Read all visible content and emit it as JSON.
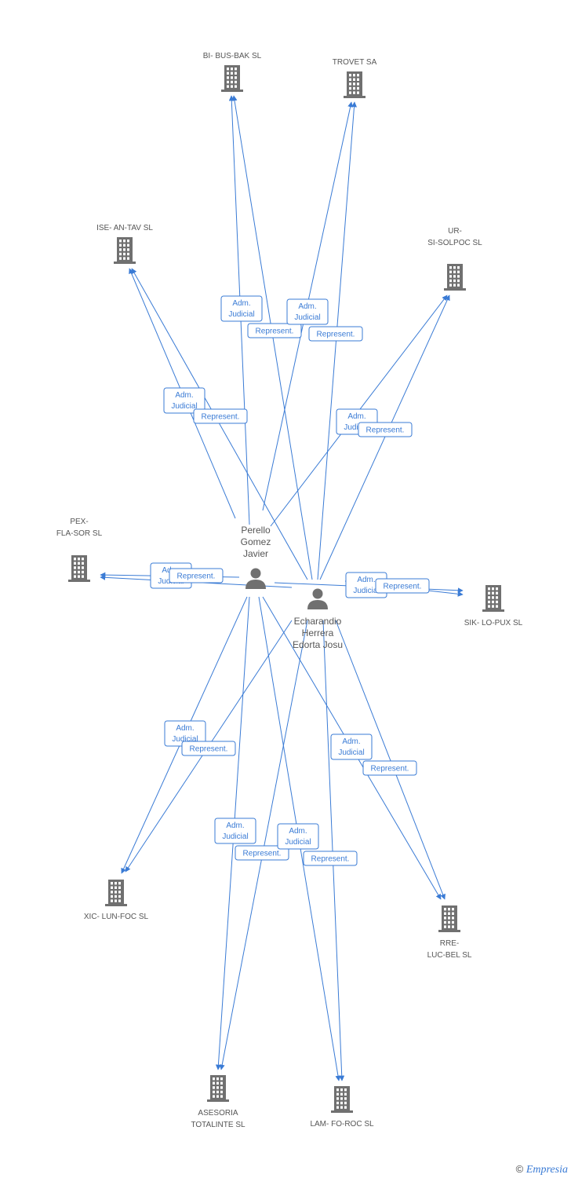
{
  "people": [
    {
      "id": "perello",
      "lines": [
        "Perello",
        "Gomez",
        "Javier"
      ]
    },
    {
      "id": "echarandio",
      "lines": [
        "Echarandio",
        "Herrera",
        "Edorta Josu"
      ]
    }
  ],
  "companies": [
    {
      "id": "bibusbak",
      "lines": [
        "BI- BUS-BAK SL"
      ]
    },
    {
      "id": "trovet",
      "lines": [
        "TROVET SA"
      ]
    },
    {
      "id": "iseantav",
      "lines": [
        "ISE- AN-TAV SL"
      ]
    },
    {
      "id": "ursisolpoc",
      "lines": [
        "UR-",
        "SI-SOLPOC SL"
      ]
    },
    {
      "id": "pexflasor",
      "lines": [
        "PEX-",
        "FLA-SOR SL"
      ]
    },
    {
      "id": "siklopux",
      "lines": [
        "SIK- LO-PUX SL"
      ]
    },
    {
      "id": "xiclunfoc",
      "lines": [
        "XIC- LUN-FOC SL"
      ]
    },
    {
      "id": "rrelucbel",
      "lines": [
        "RRE-",
        "LUC-BEL SL"
      ]
    },
    {
      "id": "asesoria",
      "lines": [
        "ASESORIA",
        "TOTALINTE SL"
      ]
    },
    {
      "id": "lamforoc",
      "lines": [
        "LAM- FO-ROC SL"
      ]
    }
  ],
  "edges": [
    {
      "from": "perello",
      "to": "bibusbak"
    },
    {
      "from": "echarandio",
      "to": "bibusbak"
    },
    {
      "from": "perello",
      "to": "trovet"
    },
    {
      "from": "echarandio",
      "to": "trovet"
    },
    {
      "from": "perello",
      "to": "iseantav"
    },
    {
      "from": "echarandio",
      "to": "iseantav"
    },
    {
      "from": "perello",
      "to": "ursisolpoc"
    },
    {
      "from": "echarandio",
      "to": "ursisolpoc"
    },
    {
      "from": "perello",
      "to": "pexflasor"
    },
    {
      "from": "echarandio",
      "to": "pexflasor"
    },
    {
      "from": "perello",
      "to": "siklopux"
    },
    {
      "from": "echarandio",
      "to": "siklopux"
    },
    {
      "from": "perello",
      "to": "xiclunfoc"
    },
    {
      "from": "echarandio",
      "to": "xiclunfoc"
    },
    {
      "from": "perello",
      "to": "rrelucbel"
    },
    {
      "from": "echarandio",
      "to": "rrelucbel"
    },
    {
      "from": "perello",
      "to": "asesoria"
    },
    {
      "from": "echarandio",
      "to": "asesoria"
    },
    {
      "from": "perello",
      "to": "lamforoc"
    },
    {
      "from": "echarandio",
      "to": "lamforoc"
    }
  ],
  "edge_labels": [
    {
      "lines": [
        "Adm.",
        "Judicial"
      ]
    },
    {
      "lines": [
        "Represent."
      ]
    },
    {
      "lines": [
        "Adm.",
        "Judicial"
      ]
    },
    {
      "lines": [
        "Represent."
      ]
    },
    {
      "lines": [
        "Adm.",
        "Judicial"
      ]
    },
    {
      "lines": [
        "Represent."
      ]
    },
    {
      "lines": [
        "Adm.",
        "Judicial"
      ]
    },
    {
      "lines": [
        "Represent."
      ]
    },
    {
      "lines": [
        "Adm.",
        "Judicial"
      ]
    },
    {
      "lines": [
        "Represent."
      ]
    },
    {
      "lines": [
        "Adm.",
        "Judicial"
      ]
    },
    {
      "lines": [
        "Represent."
      ]
    },
    {
      "lines": [
        "Adm.",
        "Judicial"
      ]
    },
    {
      "lines": [
        "Represent."
      ]
    },
    {
      "lines": [
        "Adm.",
        "Judicial"
      ]
    },
    {
      "lines": [
        "Represent."
      ]
    },
    {
      "lines": [
        "Adm.",
        "Judicial"
      ]
    },
    {
      "lines": [
        "Represent."
      ]
    },
    {
      "lines": [
        "Adm.",
        "Judicial"
      ]
    },
    {
      "lines": [
        "Represent."
      ]
    }
  ],
  "footer": {
    "copyright": "©",
    "brand": "Empresia"
  },
  "colors": {
    "edge": "#3a7bd5",
    "icon": "#707070",
    "label_text": "#555555",
    "badge_border": "#3a7bd5",
    "badge_text": "#3a7bd5"
  }
}
